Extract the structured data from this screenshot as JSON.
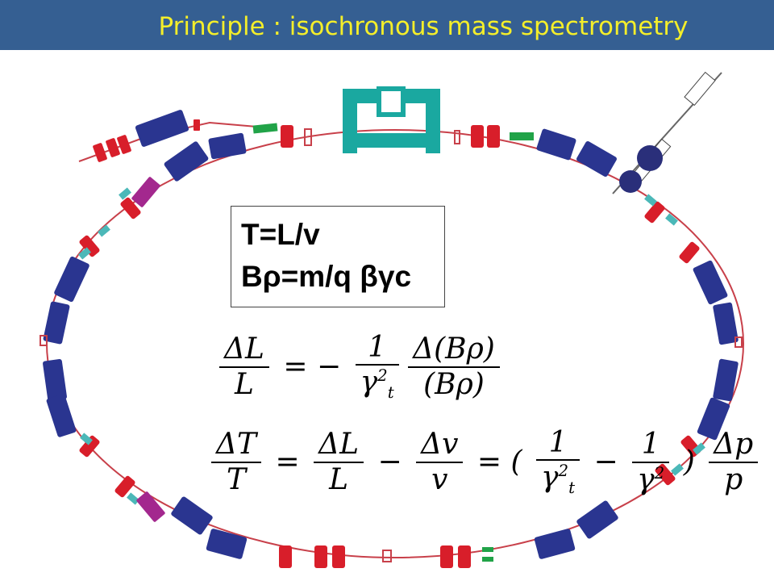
{
  "title": "Principle : isochronous mass spectrometry",
  "colors": {
    "title_bar": "#355f92",
    "title_text": "#f4ee2a",
    "dipole": "#2a3590",
    "quadrupole": "#d81e2a",
    "sextupole": "#4bb8b8",
    "kicker": "#a3288e",
    "septum": "#1aa8a0",
    "beamline": "#c8404a",
    "diagnostics": "#21a348"
  },
  "box": {
    "line1": "T=L/v",
    "line2": "Bρ=m/q βγc"
  },
  "formula1": {
    "lhs_num": "ΔL",
    "lhs_den": "L",
    "eq": "= −",
    "c_num": "1",
    "c_den": "γ",
    "c_sup": "2",
    "c_sub": "t",
    "r_num": "Δ(Bρ)",
    "r_den": "(Bρ)"
  },
  "formula2": {
    "a_num": "ΔT",
    "a_den": "T",
    "eq1": "=",
    "b_num": "ΔL",
    "b_den": "L",
    "minus1": "−",
    "c_num": "Δv",
    "c_den": "v",
    "eq2": "= (",
    "d_num": "1",
    "d_den": "γ",
    "d_sup": "2",
    "d_sub": "t",
    "minus2": "−",
    "e_num": "1",
    "e_den": "γ",
    "e_sup": "2",
    "close": ")",
    "f_num": "Δp",
    "f_den": "p"
  }
}
